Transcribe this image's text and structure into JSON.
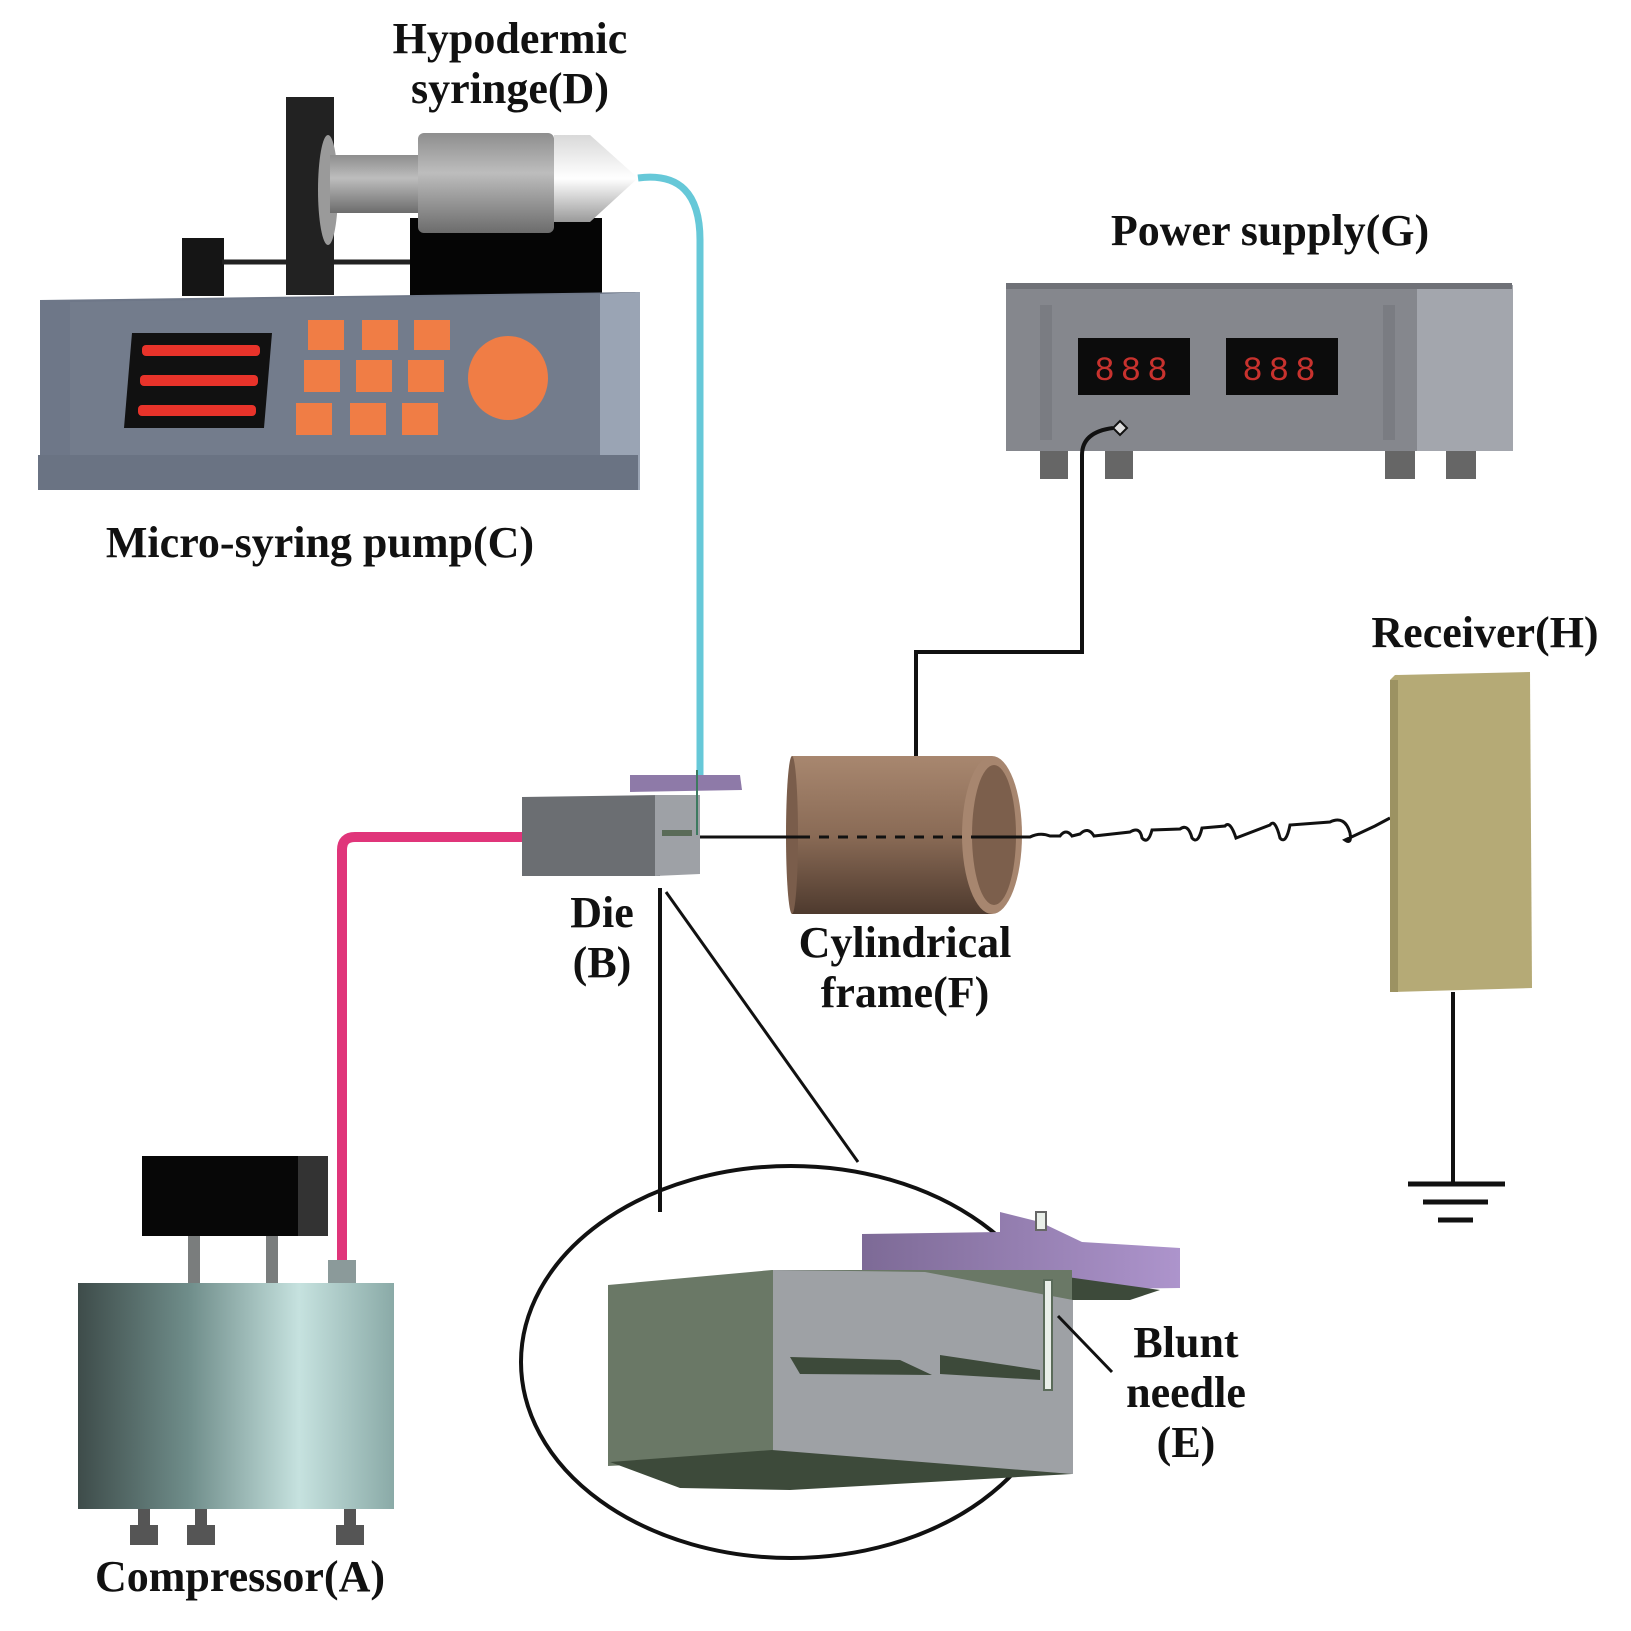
{
  "labels": {
    "syringe_line1": "Hypodermic",
    "syringe_line2": "syringe(D)",
    "pump": "Micro-syring pump(C)",
    "power": "Power supply(G)",
    "receiver": "Receiver(H)",
    "die_line1": "Die",
    "die_line2": "(B)",
    "frame_line1": "Cylindrical",
    "frame_line2": "frame(F)",
    "needle_line1": "Blunt",
    "needle_line2": "needle",
    "needle_line3": "(E)",
    "compressor": "Compressor(A)"
  },
  "power_supply": {
    "display_left": "888",
    "display_right": "888"
  },
  "colors": {
    "solution_tube": "#66c8d8",
    "air_tube": "#e0357a",
    "pump_body": "#6e7788",
    "pump_buttons": "#f07d45",
    "pump_display": "#e8332a",
    "power_body": "#8a8c92",
    "display_digits": "#c8322e",
    "cylinder": "#8a6a55",
    "receiver": "#b5aa76",
    "die_holder": "#8e7aa8",
    "die_body": "#6b6e72",
    "zoom_die_body": "#6a7866",
    "compressor_body": "#88a8a6"
  }
}
